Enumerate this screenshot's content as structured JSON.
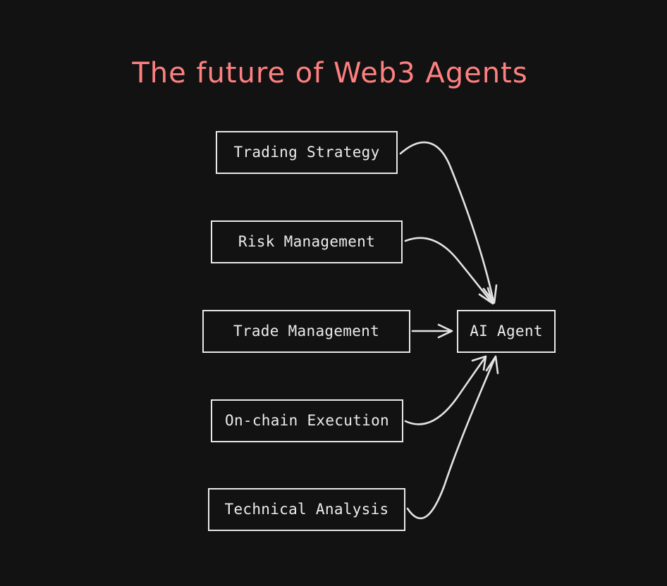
{
  "title": "The future of Web3 Agents",
  "colors": {
    "background": "#121212",
    "title": "#ff8080",
    "stroke": "#e8e8e8"
  },
  "nodes": {
    "trading_strategy": "Trading Strategy",
    "risk_management": "Risk Management",
    "trade_management": "Trade Management",
    "onchain_execution": "On-chain Execution",
    "technical_analysis": "Technical Analysis",
    "ai_agent": "AI Agent"
  },
  "edges": [
    {
      "from": "trading_strategy",
      "to": "ai_agent"
    },
    {
      "from": "risk_management",
      "to": "ai_agent"
    },
    {
      "from": "trade_management",
      "to": "ai_agent"
    },
    {
      "from": "onchain_execution",
      "to": "ai_agent"
    },
    {
      "from": "technical_analysis",
      "to": "ai_agent"
    }
  ]
}
